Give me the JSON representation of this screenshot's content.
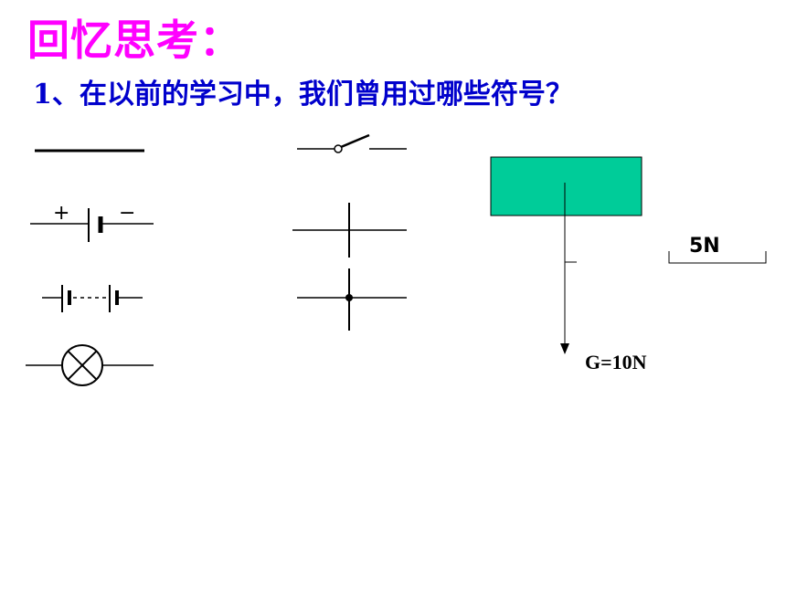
{
  "title": "回忆思考：",
  "question": "1、在以前的学习中，我们曾用过哪些符号？",
  "symbols": {
    "battery_plus": "+",
    "battery_minus": "−"
  },
  "force_diagram": {
    "scale_label": "5N",
    "force_label": "G=10N",
    "block_color": "#00cc99"
  },
  "colors": {
    "title": "#ff00ff",
    "question": "#0000cc"
  }
}
